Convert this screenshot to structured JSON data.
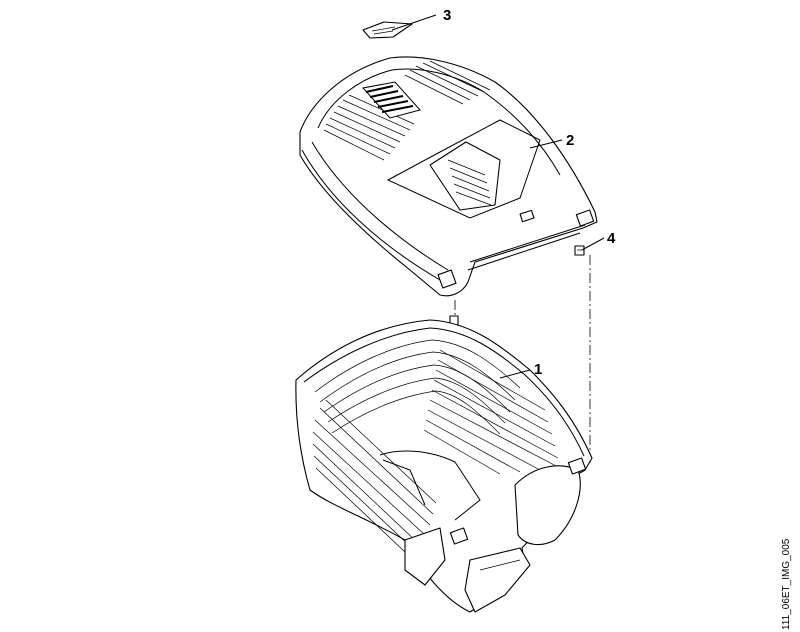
{
  "callouts": [
    {
      "label": "1",
      "part": "grass-catcher-body"
    },
    {
      "label": "2",
      "part": "grass-catcher-cover"
    },
    {
      "label": "3",
      "part": "label-plate"
    },
    {
      "label": "4",
      "part": "clip-nut"
    }
  ],
  "image_code": "111_06ET_IMG_005"
}
